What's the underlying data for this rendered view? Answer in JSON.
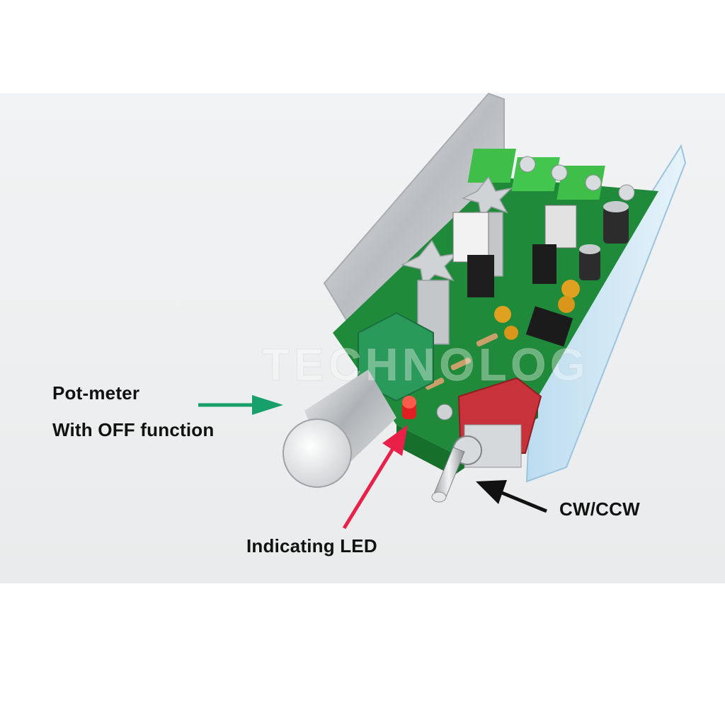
{
  "labels": {
    "pot_line1": "Pot-meter",
    "pot_line2": "With OFF function",
    "led": "Indicating LED",
    "direction": "CW/CCW"
  },
  "watermark": "TECHNOLOG",
  "colors": {
    "pot_arrow": "#17a06a",
    "led_arrow": "#e8204a",
    "direction_arrow": "#111111",
    "pcb": "#1f8a3a",
    "terminal": "#3fbf4a",
    "switch": "#c8323a",
    "led": "#e02020"
  }
}
